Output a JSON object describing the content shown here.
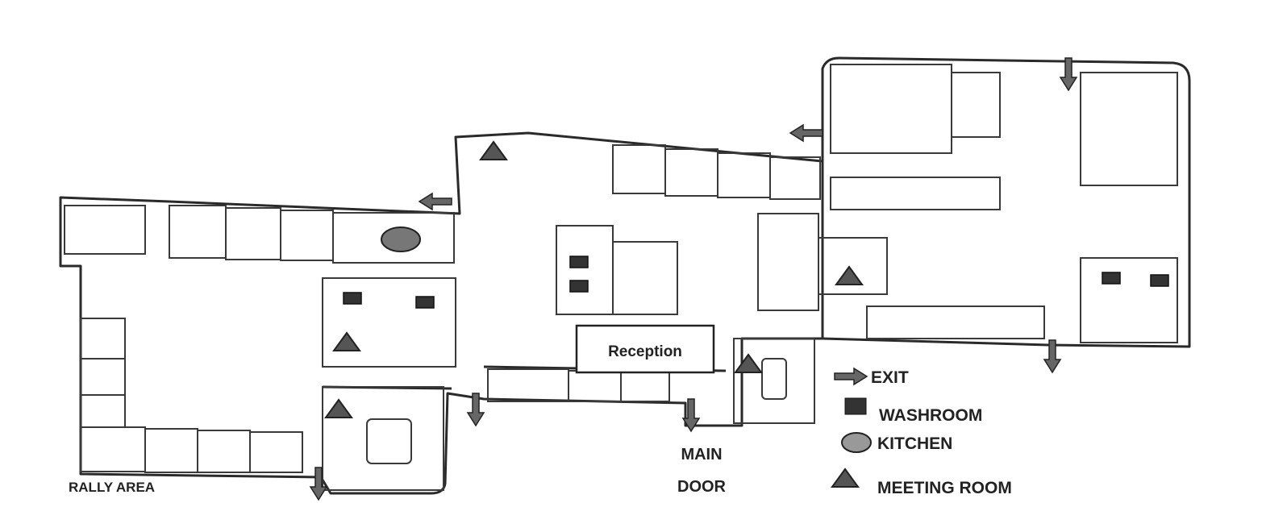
{
  "title_labels": {
    "reception": "Reception",
    "main_door_line1": "MAIN",
    "main_door_line2": "DOOR",
    "rally_area": "RALLY AREA"
  },
  "legend": {
    "items": [
      {
        "icon": "exit-arrow-icon",
        "label": "EXIT"
      },
      {
        "icon": "washroom-square-icon",
        "label": "WASHROOM"
      },
      {
        "icon": "kitchen-ellipse-icon",
        "label": "KITCHEN"
      },
      {
        "icon": "meeting-room-triangle-icon",
        "label": "MEETING ROOM"
      }
    ]
  },
  "colors": {
    "wall": "#2a2a2a",
    "marker_fill": "#555555",
    "kitchen_fill": "#777777",
    "washroom_fill": "#333333"
  }
}
